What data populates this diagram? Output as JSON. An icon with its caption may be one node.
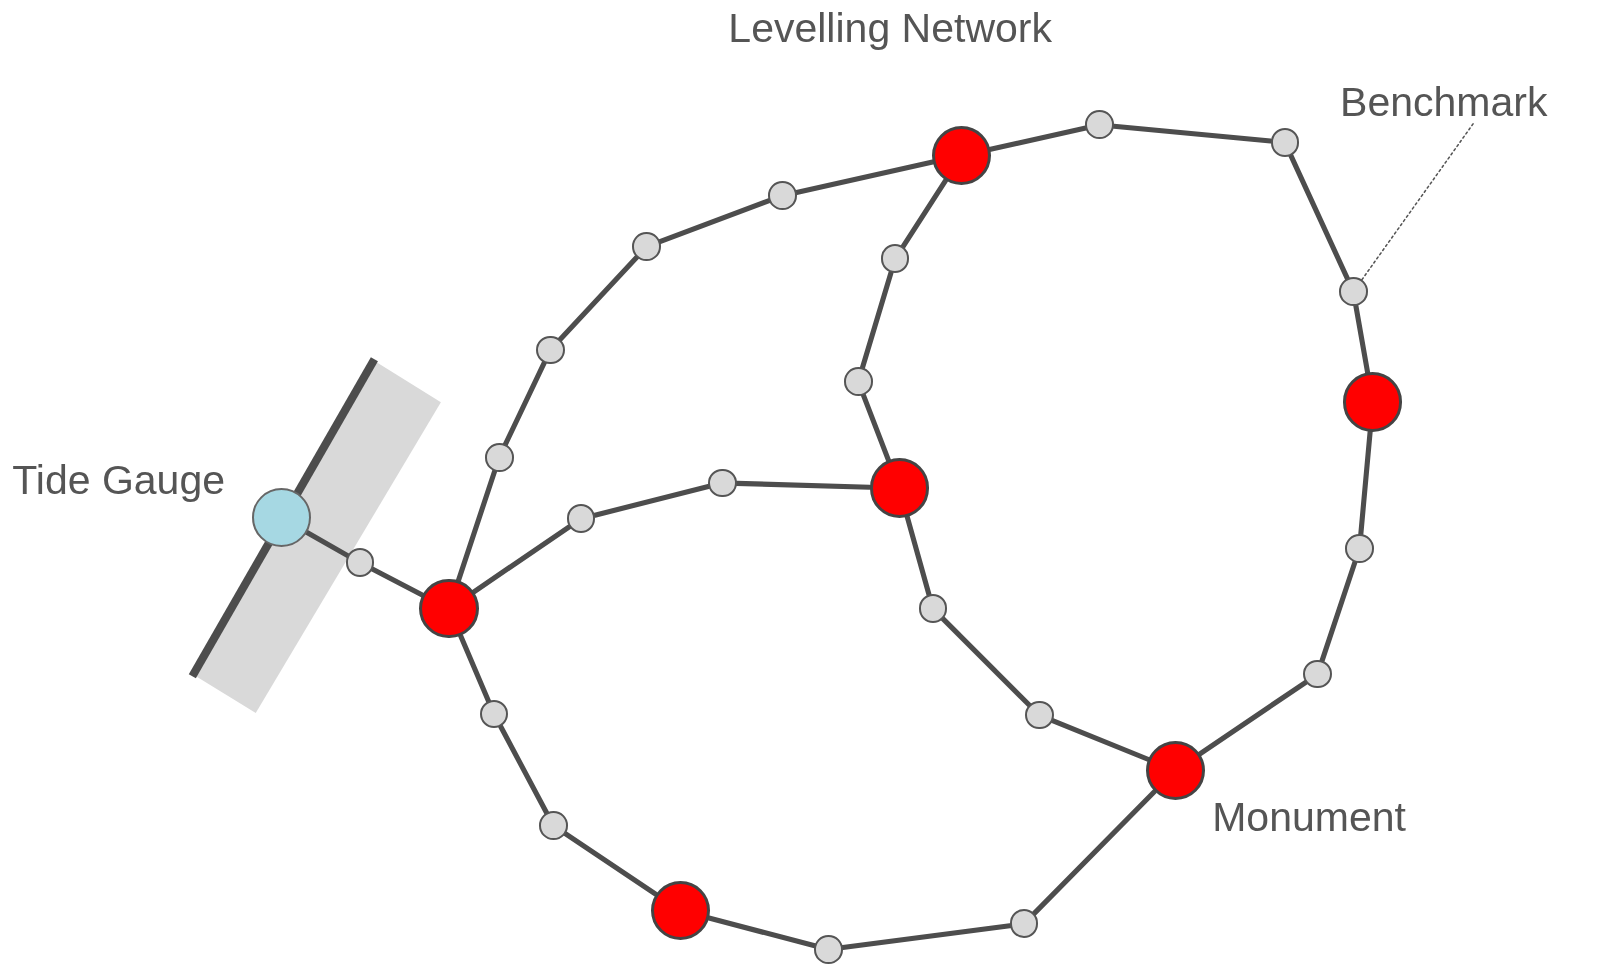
{
  "diagram": {
    "title": "Levelling Network",
    "nodes": [
      {
        "text": [
          "Benchmark"
        ]
      },
      {
        "text": [],
        "shape": "circle"
      },
      {
        "text": [],
        "shape": "circle"
      },
      {
        "text": [],
        "shape": "circle"
      },
      {
        "text": [],
        "shape": "circle"
      },
      {
        "text": [],
        "shape": "circle"
      },
      {
        "text": [],
        "shape": "circle"
      },
      {
        "text": [],
        "shape": "circle"
      },
      {
        "text": [],
        "shape": "circle"
      },
      {
        "text": [],
        "shape": "circle"
      },
      {
        "text": [],
        "shape": "circle"
      },
      {
        "text": [],
        "shape": "circle"
      },
      {
        "text": [],
        "shape": "circle"
      },
      {
        "text": [],
        "shape": "circle"
      },
      {
        "text": [],
        "shape": "circle",
        "beside": [
          "Tide Gauge"
        ]
      },
      {
        "text": [],
        "shape": "circle"
      },
      {
        "text": [],
        "shape": "circle"
      },
      {
        "text": [],
        "shape": "circle"
      },
      {
        "text": [],
        "shape": "circle"
      },
      {
        "text": [],
        "shape": "circle"
      },
      {
        "text": [],
        "shape": "circle"
      },
      {
        "text": [],
        "shape": "circle"
      },
      {
        "text": [],
        "shape": "circle"
      },
      {
        "text": [],
        "shape": "circle",
        "beside": [
          "Monument"
        ]
      },
      {
        "text": [],
        "shape": "circle"
      },
      {
        "text": [],
        "shape": "circle"
      },
      {
        "text": [],
        "shape": "circle"
      },
      {
        "text": [],
        "shape": "circle"
      }
    ],
    "edges": [
      {
        "from": 14,
        "to": 17,
        "arrow": "none"
      },
      {
        "from": 17,
        "to": 18,
        "arrow": "none"
      },
      {
        "from": 18,
        "to": 11,
        "arrow": "none"
      },
      {
        "from": 11,
        "to": 8,
        "arrow": "none"
      },
      {
        "from": 8,
        "to": 5,
        "arrow": "none"
      },
      {
        "from": 5,
        "to": 4,
        "arrow": "none"
      },
      {
        "from": 4,
        "to": 3,
        "arrow": "none"
      },
      {
        "from": 3,
        "to": 1,
        "arrow": "none"
      },
      {
        "from": 1,
        "to": 2,
        "arrow": "none"
      },
      {
        "from": 2,
        "to": 7,
        "arrow": "none"
      },
      {
        "from": 7,
        "to": 10,
        "arrow": "none"
      },
      {
        "from": 10,
        "to": 16,
        "arrow": "none"
      },
      {
        "from": 16,
        "to": 20,
        "arrow": "none"
      },
      {
        "from": 20,
        "to": 23,
        "arrow": "none"
      },
      {
        "from": 3,
        "to": 6,
        "arrow": "none"
      },
      {
        "from": 6,
        "to": 9,
        "arrow": "none"
      },
      {
        "from": 9,
        "to": 13,
        "arrow": "none"
      },
      {
        "from": 18,
        "to": 15,
        "arrow": "none"
      },
      {
        "from": 15,
        "to": 12,
        "arrow": "none"
      },
      {
        "from": 12,
        "to": 13,
        "arrow": "none"
      },
      {
        "from": 13,
        "to": 19,
        "arrow": "none"
      },
      {
        "from": 19,
        "to": 22,
        "arrow": "none"
      },
      {
        "from": 22,
        "to": 23,
        "arrow": "none"
      },
      {
        "from": 18,
        "to": 21,
        "arrow": "none"
      },
      {
        "from": 21,
        "to": 24,
        "arrow": "none"
      },
      {
        "from": 24,
        "to": 25,
        "arrow": "none"
      },
      {
        "from": 25,
        "to": 27,
        "arrow": "none"
      },
      {
        "from": 27,
        "to": 26,
        "arrow": "none"
      },
      {
        "from": 26,
        "to": 23,
        "arrow": "none"
      },
      {
        "from": 0,
        "to": 7,
        "arrow": "none",
        "style": "dashed"
      }
    ]
  }
}
